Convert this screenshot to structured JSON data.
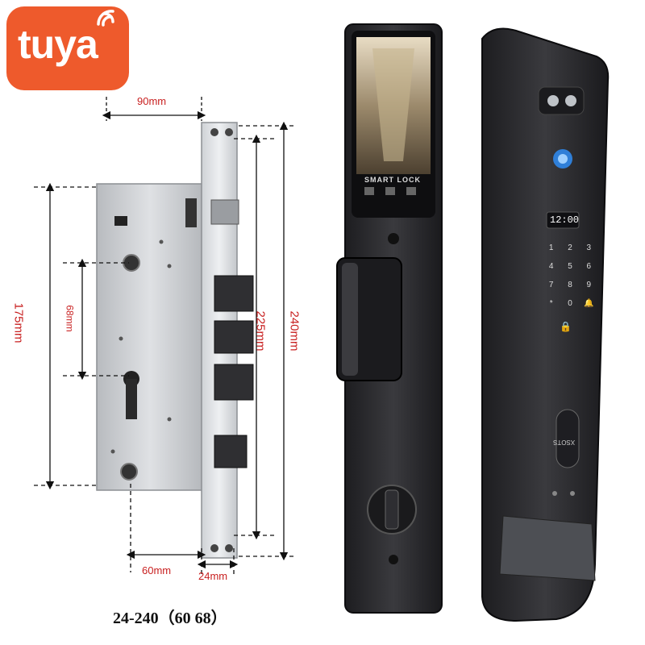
{
  "brand": {
    "logo_text": "tuya",
    "color": "#ee5a2c"
  },
  "dimensions": {
    "width_top": "90mm",
    "height_175": "175mm",
    "spacing_68": "68mm",
    "height_225": "225mm",
    "height_240": "240mm",
    "width_60": "60mm",
    "width_24": "24mm"
  },
  "lock_display": {
    "screen_label": "SMART LOCK",
    "clock": "12:00",
    "keypad_keys": [
      "1",
      "2",
      "3",
      "4",
      "5",
      "6",
      "7",
      "8",
      "9",
      "*",
      "0",
      ""
    ],
    "rear_knob_label": "XSOTS"
  },
  "caption": "24-240（60 68）",
  "colors": {
    "dimension_red": "#c81f1f",
    "lock_body": "#2b2b2e",
    "mortise_steel": "#c9ccd0"
  }
}
